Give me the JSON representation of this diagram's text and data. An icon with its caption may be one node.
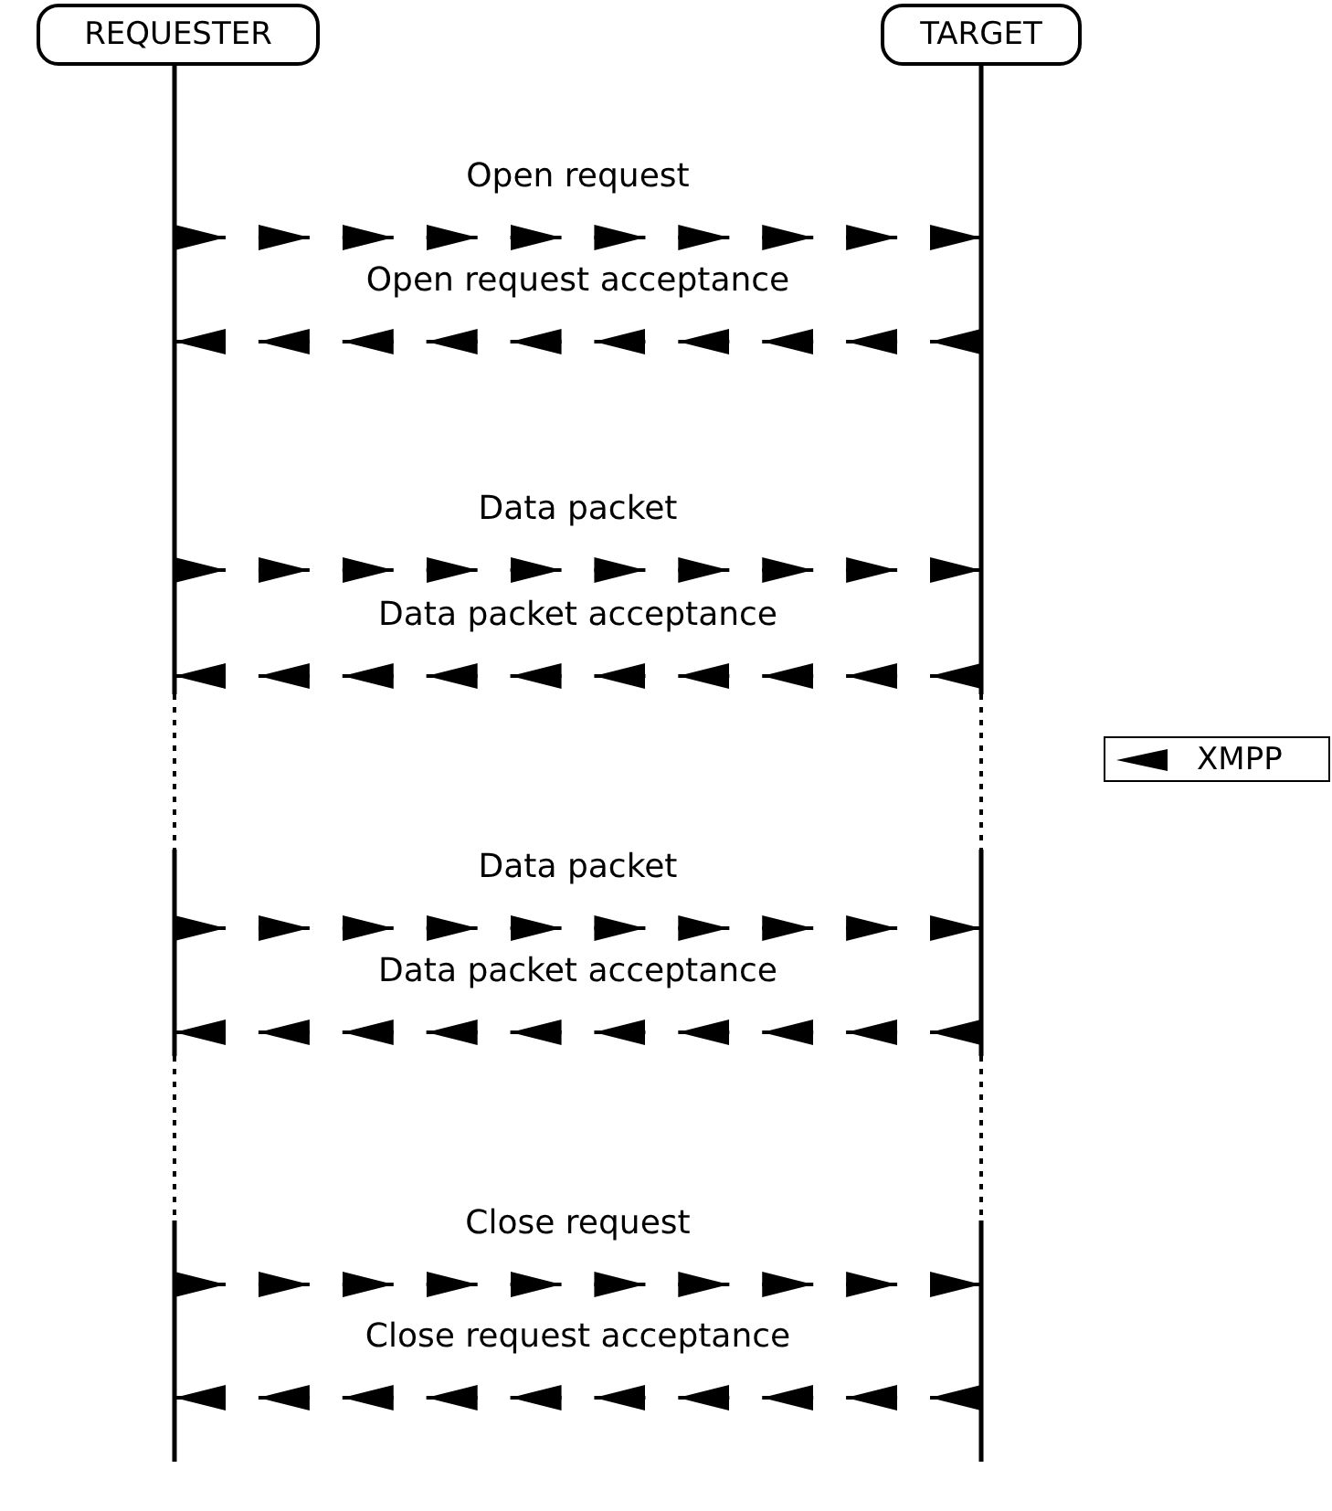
{
  "diagram": {
    "nodes": [
      {
        "text": [
          "REQUESTER"
        ]
      },
      {
        "text": [
          "TARGET"
        ]
      },
      {
        "text": [],
        "shape": "bar"
      },
      {
        "text": [],
        "shape": "bar"
      }
    ],
    "edges": [
      {
        "from": 2,
        "to": 3,
        "arrow": "to",
        "label": "Open request",
        "style": "dashed"
      },
      {
        "from": 3,
        "to": 2,
        "arrow": "to",
        "label": "Open request acceptance",
        "style": "dashed"
      },
      {
        "from": 2,
        "to": 3,
        "arrow": "to",
        "label": "Data packet",
        "style": "dashed"
      },
      {
        "from": 3,
        "to": 2,
        "arrow": "to",
        "label": "Data packet acceptance",
        "style": "dashed"
      },
      {
        "from": 2,
        "to": 3,
        "arrow": "to",
        "label": "Data packet",
        "style": "dashed"
      },
      {
        "from": 3,
        "to": 2,
        "arrow": "to",
        "label": "Data packet acceptance",
        "style": "dashed"
      },
      {
        "from": 2,
        "to": 3,
        "arrow": "to",
        "label": "Close request",
        "style": "dashed"
      },
      {
        "from": 3,
        "to": 2,
        "arrow": "to",
        "label": "Close request acceptance",
        "style": "dashed"
      }
    ],
    "legend": [
      {
        "text": "XMPP"
      }
    ]
  }
}
